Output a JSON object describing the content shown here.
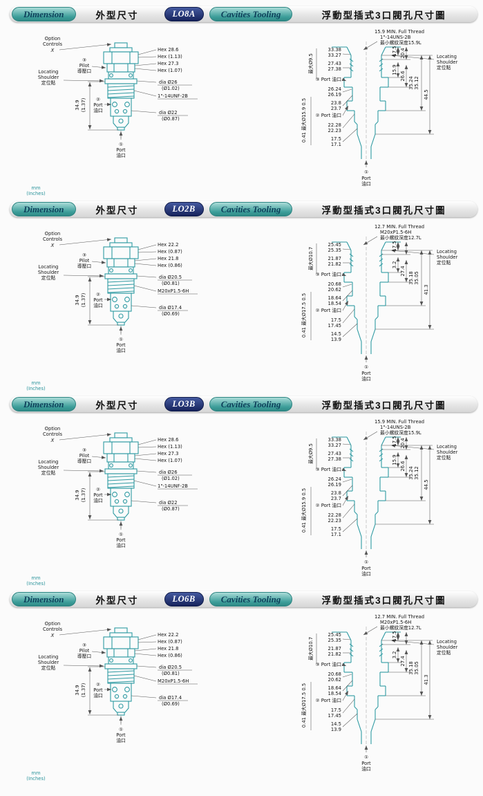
{
  "sections": [
    {
      "header": {
        "dimension": "Dimension",
        "dimension_cn": "外型尺寸",
        "model": "LO8A",
        "cavities": "Cavities Tooling",
        "cavities_cn": "浮動型插式3口閥孔尺寸圖"
      },
      "valve": {
        "option_l1": "Option",
        "option_l2": "Controls",
        "option_l3": "X",
        "pilot_num": "③",
        "pilot_l1": "Pilot",
        "pilot_l2": "導壓口",
        "loc_l1": "Locating",
        "loc_l2": "Shoulder",
        "loc_l3": "定位點",
        "dim_h_mm": "34.9",
        "dim_h_in": "(1.37)",
        "port2_num": "②",
        "port2_l1": "Port",
        "port2_l2": "油口",
        "port1_num": "①",
        "port1_l1": "Port",
        "port1_l2": "油口",
        "hex1": "Hex 28.6",
        "hex1_in": "Hex (1.13)",
        "hex2": "Hex 27.3",
        "hex2_in": "Hex (1.07)",
        "dia1": "dia Ø26",
        "dia1_in": "(Ø1.02)",
        "thread": "1\"-14UNF-2B",
        "dia2": "dia Ø22",
        "dia2_in": "(Ø0.87)",
        "units_l1": "mm",
        "units_l2": "(Inches)"
      },
      "cavity": {
        "note_l1": "15.9 MIN. Full Thread",
        "note_l2": "1\"-14UNS-2B",
        "note_l3": "最小螺紋深度15.9L",
        "p1a": "33.38",
        "p1b": "33.27",
        "p2a": "27.43",
        "p2b": "27.38",
        "port3": "③ Port 油口",
        "p3a": "26.24",
        "p3b": "26.19",
        "p4a": "23.8",
        "p4b": "23.7",
        "port2": "② Port 油口",
        "p5a": "22.28",
        "p5b": "22.23",
        "p6a": "17.5",
        "p6b": "17.1",
        "rot_top": "最大Ø9.5",
        "rot_bottom": "0.41 最大Ø15.9 0.5",
        "rt1": "17.5",
        "rt2": "20.4",
        "r1": "15.9",
        "r2": "26.6",
        "r3a": "35.24",
        "r3b": "35.12",
        "r4": "44.5",
        "loc_l1": "Locating",
        "loc_l2": "Shoulder",
        "loc_l3": "定位點",
        "port1_num": "①",
        "port1_l1": "Port",
        "port1_l2": "油口"
      }
    },
    {
      "header": {
        "dimension": "Dimension",
        "dimension_cn": "外型尺寸",
        "model": "LO2B",
        "cavities": "Cavities Tooling",
        "cavities_cn": "浮動型插式3口閥孔尺寸圖"
      },
      "valve": {
        "option_l1": "Option",
        "option_l2": "Controls",
        "option_l3": "X",
        "pilot_num": "③",
        "pilot_l1": "Pilot",
        "pilot_l2": "導壓口",
        "loc_l1": "Locating",
        "loc_l2": "Shoulder",
        "loc_l3": "定位點",
        "dim_h_mm": "34.9",
        "dim_h_in": "(1.37)",
        "port2_num": "②",
        "port2_l1": "Port",
        "port2_l2": "油口",
        "port1_num": "①",
        "port1_l1": "Port",
        "port1_l2": "油口",
        "hex1": "Hex 22.2",
        "hex1_in": "Hex (0.87)",
        "hex2": "Hex 21.8",
        "hex2_in": "Hex (0.86)",
        "dia1": "dia Ø20.5",
        "dia1_in": "(Ø0.81)",
        "thread": "M20xP1.5-6H",
        "dia2": "dia Ø17.4",
        "dia2_in": "(Ø0.69)",
        "units_l1": "mm",
        "units_l2": "(Inches)"
      },
      "cavity": {
        "note_l1": "12.7 MIN. Full Thread",
        "note_l2": "M20xP1.5-6H",
        "note_l3": "最小螺紋深度12.7L",
        "p1a": "25.45",
        "p1b": "25.35",
        "p2a": "21.87",
        "p2b": "21.82",
        "port3": "③ Port 油口",
        "p3a": "20.68",
        "p3b": "20.62",
        "p4a": "18.64",
        "p4b": "18.54",
        "port2": "② Port 油口",
        "p5a": "17.5",
        "p5b": "17.45",
        "p6a": "14.5",
        "p6b": "13.9",
        "rot_top": "最大Ø10.7",
        "rot_bottom": "0.41 最大Ø17.5 0.5",
        "rt1": "17.5",
        "rt2": "",
        "r1": "3.2",
        "r2": "27.4",
        "r3a": "35.18",
        "r3b": "35.05",
        "r4": "41.3",
        "loc_l1": "Locating",
        "loc_l2": "Shoulder",
        "loc_l3": "定位點",
        "port1_num": "①",
        "port1_l1": "Port",
        "port1_l2": "油口"
      }
    },
    {
      "header": {
        "dimension": "Dimension",
        "dimension_cn": "外型尺寸",
        "model": "LO3B",
        "cavities": "Cavities Tooling",
        "cavities_cn": "浮動型插式3口閥孔尺寸圖"
      },
      "valve": {
        "option_l1": "Option",
        "option_l2": "Controls",
        "option_l3": "X",
        "pilot_num": "③",
        "pilot_l1": "Pilot",
        "pilot_l2": "導壓口",
        "loc_l1": "Locating",
        "loc_l2": "Shoulder",
        "loc_l3": "定位點",
        "dim_h_mm": "34.9",
        "dim_h_in": "(1.37)",
        "port2_num": "②",
        "port2_l1": "Port",
        "port2_l2": "油口",
        "port1_num": "①",
        "port1_l1": "Port",
        "port1_l2": "油口",
        "hex1": "Hex 28.6",
        "hex1_in": "Hex (1.13)",
        "hex2": "Hex 27.3",
        "hex2_in": "Hex (1.07)",
        "dia1": "dia Ø26",
        "dia1_in": "(Ø1.02)",
        "thread": "1\"-14UNF-2B",
        "dia2": "dia Ø22",
        "dia2_in": "(Ø0.87)",
        "units_l1": "mm",
        "units_l2": "(Inches)"
      },
      "cavity": {
        "note_l1": "15.9 MIN. Full Thread",
        "note_l2": "1\"-14UNS-2B",
        "note_l3": "最小螺紋深度15.9L",
        "p1a": "33.38",
        "p1b": "33.27",
        "p2a": "27.43",
        "p2b": "27.38",
        "port3": "③ Port 油口",
        "p3a": "26.24",
        "p3b": "26.19",
        "p4a": "23.8",
        "p4b": "23.7",
        "port2": "② Port 油口",
        "p5a": "22.28",
        "p5b": "22.23",
        "p6a": "17.5",
        "p6b": "17.1",
        "rot_top": "最大Ø9.5",
        "rot_bottom": "0.41 最大Ø15.9 0.5",
        "rt1": "17.5",
        "rt2": "20.4",
        "r1": "15.9",
        "r2": "26.6",
        "r3a": "35.24",
        "r3b": "35.12",
        "r4": "44.5",
        "loc_l1": "Locating",
        "loc_l2": "Shoulder",
        "loc_l3": "定位點",
        "port1_num": "①",
        "port1_l1": "Port",
        "port1_l2": "油口"
      }
    },
    {
      "header": {
        "dimension": "Dimension",
        "dimension_cn": "外型尺寸",
        "model": "LO6B",
        "cavities": "Cavities Tooling",
        "cavities_cn": "浮動型插式3口閥孔尺寸圖"
      },
      "valve": {
        "option_l1": "Option",
        "option_l2": "Controls",
        "option_l3": "X",
        "pilot_num": "③",
        "pilot_l1": "Pilot",
        "pilot_l2": "導壓口",
        "loc_l1": "Locating",
        "loc_l2": "Shoulder",
        "loc_l3": "定位點",
        "dim_h_mm": "34.9",
        "dim_h_in": "(1.37)",
        "port2_num": "②",
        "port2_l1": "Port",
        "port2_l2": "油口",
        "port1_num": "①",
        "port1_l1": "Port",
        "port1_l2": "油口",
        "hex1": "Hex 22.2",
        "hex1_in": "Hex (0.87)",
        "hex2": "Hex 21.8",
        "hex2_in": "Hex (0.86)",
        "dia1": "dia Ø20.5",
        "dia1_in": "(Ø0.81)",
        "thread": "M20xP1.5-6H",
        "dia2": "dia Ø17.4",
        "dia2_in": "(Ø0.69)",
        "units_l1": "mm",
        "units_l2": "(Inches)"
      },
      "cavity": {
        "note_l1": "12.7 MIN. Full Thread",
        "note_l2": "M20xP1.5-6H",
        "note_l3": "最小螺紋深度12.7L",
        "p1a": "25.45",
        "p1b": "25.35",
        "p2a": "21.87",
        "p2b": "21.82",
        "port3": "③ Port 油口",
        "p3a": "20.68",
        "p3b": "20.62",
        "p4a": "18.64",
        "p4b": "18.54",
        "port2": "② Port 油口",
        "p5a": "17.5",
        "p5b": "17.45",
        "p6a": "14.5",
        "p6b": "13.9",
        "rot_top": "最大Ø10.7",
        "rot_bottom": "0.41 最大Ø17.5 0.5",
        "rt1": "17.5",
        "rt2": "",
        "r1": "3.2",
        "r2": "27.4",
        "r3a": "35.18",
        "r3b": "35.05",
        "r4": "41.3",
        "loc_l1": "Locating",
        "loc_l2": "Shoulder",
        "loc_l3": "定位點",
        "port1_num": "①",
        "port1_l1": "Port",
        "port1_l2": "油口"
      }
    }
  ]
}
